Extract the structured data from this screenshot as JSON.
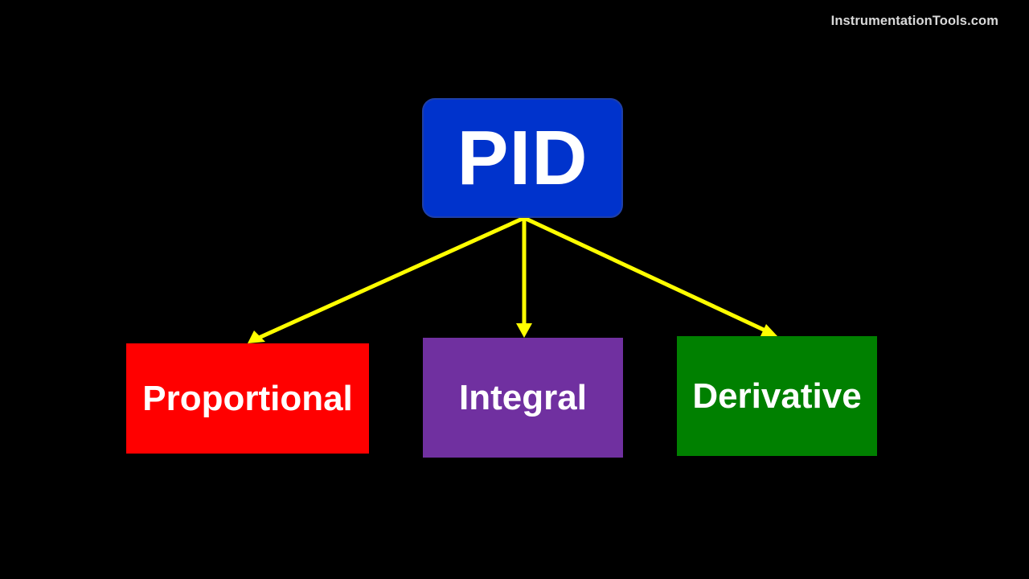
{
  "watermark": "InstrumentationTools.com",
  "root": {
    "label": "PID",
    "color": "#0033cc"
  },
  "children": [
    {
      "label": "Proportional",
      "color": "#ff0000"
    },
    {
      "label": "Integral",
      "color": "#7030a0"
    },
    {
      "label": "Derivative",
      "color": "#008000"
    }
  ],
  "connector_color": "#ffff00",
  "background_color": "#000000"
}
